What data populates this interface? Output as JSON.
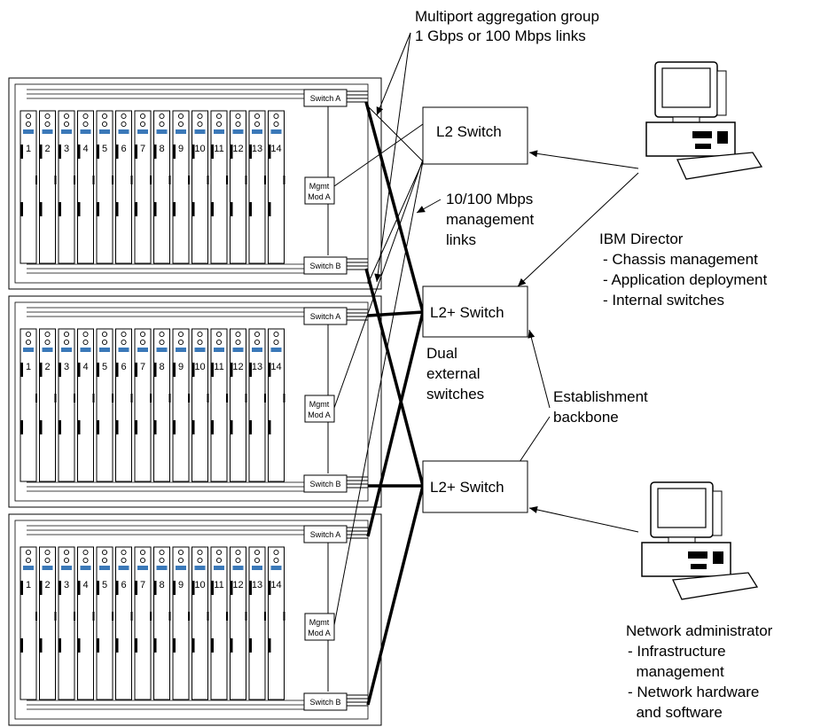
{
  "callouts": {
    "aggregation_line1": "Multiport aggregation group",
    "aggregation_line2": "1 Gbps or 100 Mbps links",
    "mgmt_links_line1": "10/100 Mbps",
    "mgmt_links_line2": "management",
    "mgmt_links_line3": "links",
    "dual_line1": "Dual",
    "dual_line2": "external",
    "dual_line3": "switches",
    "backbone_line1": "Establishment",
    "backbone_line2": "backbone"
  },
  "external_switches": {
    "l2": "L2 Switch",
    "l2plus_top": "L2+ Switch",
    "l2plus_bottom": "L2+ Switch"
  },
  "ibm_director": {
    "title": "IBM Director",
    "items": [
      "- Chassis management",
      "- Application deployment",
      "- Internal switches"
    ]
  },
  "network_admin": {
    "title": "Network administrator",
    "items": [
      "- Infrastructure",
      "  management",
      "- Network hardware",
      "  and software"
    ]
  },
  "chassis": {
    "count": 3,
    "slot_labels": [
      "1",
      "2",
      "3",
      "4",
      "5",
      "6",
      "7",
      "8",
      "9",
      "10",
      "11",
      "12",
      "13",
      "14"
    ],
    "switch_a": "Switch A",
    "switch_b": "Switch B",
    "mgmt_line1": "Mgmt",
    "mgmt_line2": "Mod A"
  },
  "colors": {
    "line": "#000000",
    "slot_accent": "#3a78b8",
    "background": "#ffffff"
  }
}
